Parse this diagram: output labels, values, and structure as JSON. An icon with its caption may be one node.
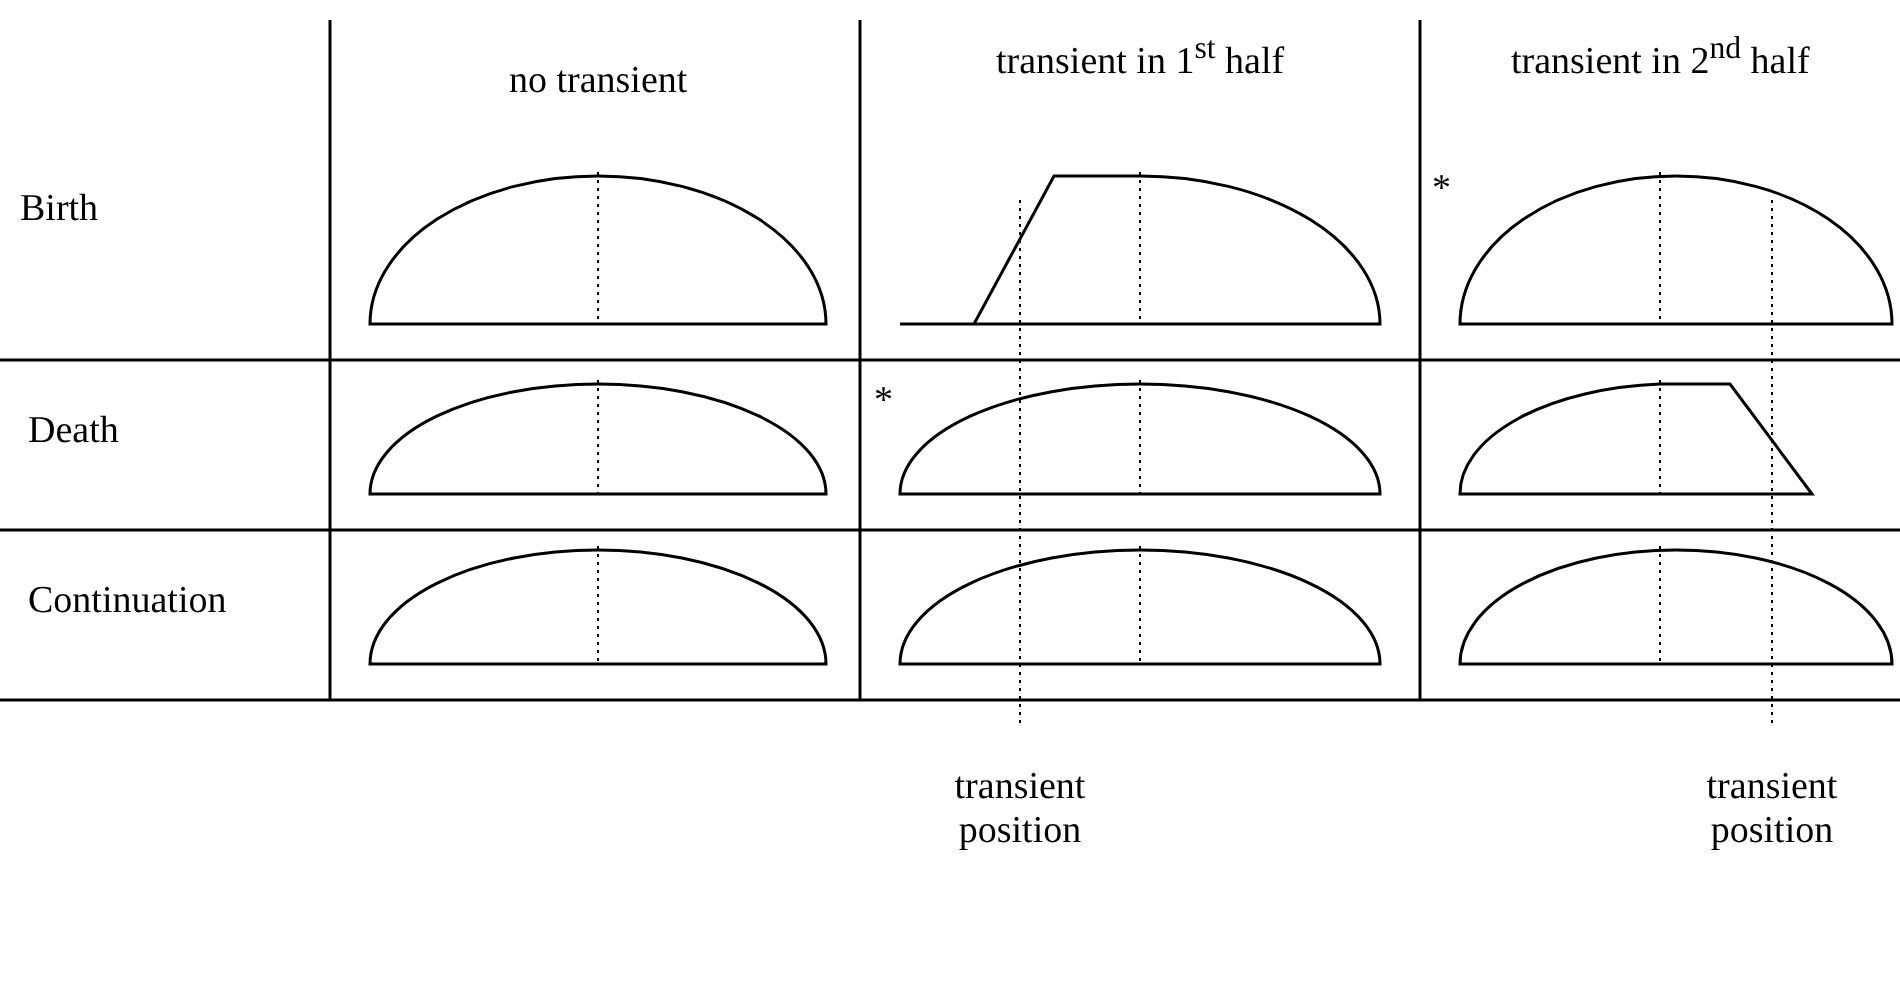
{
  "diagram": {
    "labels": [
      "no transient",
      "transient in 1$^{st}$ half",
      "transient in 2$^{nd}$ half",
      "Birth",
      "*",
      "Death",
      "*",
      "Continuation",
      "transient position",
      "transient position"
    ]
  }
}
